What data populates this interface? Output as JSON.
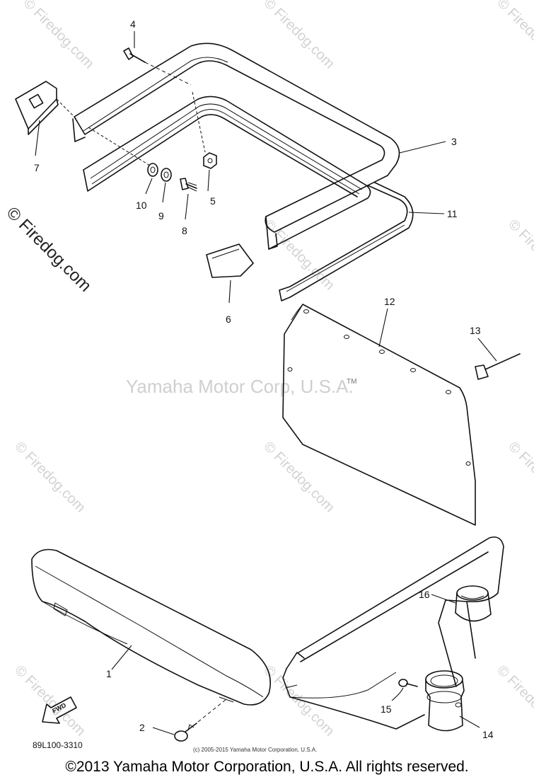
{
  "diagram": {
    "center_watermark": "Yamaha Motor Corp, U.S.A.",
    "tm_mark": "TM",
    "side_watermark": "© Firedog.com",
    "tile_watermark": "© Firedog.com",
    "fwd_label": "FWD",
    "diagram_code": "89L100-3310",
    "small_copyright": "(c) 2005-2015 Yamaha Motor Corporation, U.S.A.",
    "footer_copyright": "©2013 Yamaha Motor Corporation, U.S.A. All rights reserved.",
    "callouts": [
      "1",
      "2",
      "3",
      "4",
      "5",
      "6",
      "7",
      "8",
      "9",
      "10",
      "11",
      "12",
      "13",
      "14",
      "15",
      "16"
    ]
  }
}
